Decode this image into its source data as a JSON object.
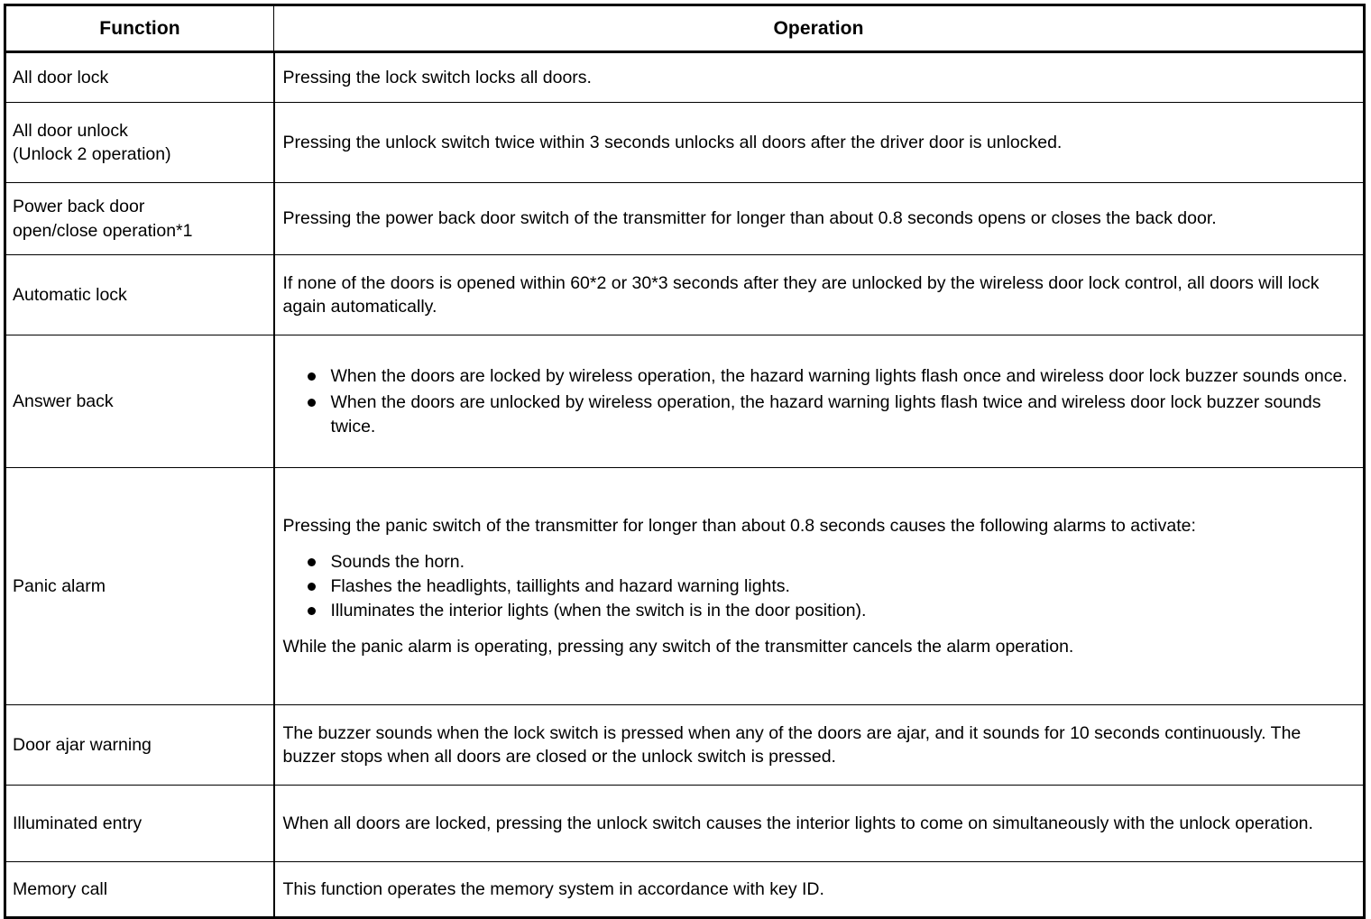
{
  "table": {
    "headers": {
      "function": "Function",
      "operation": "Operation"
    },
    "rows": [
      {
        "function": "All door lock",
        "operation_paragraphs": [
          "Pressing the lock switch locks all doors."
        ],
        "bullets": []
      },
      {
        "function": "All door unlock\n(Unlock 2 operation)",
        "operation_paragraphs": [
          "Pressing the unlock switch twice within 3 seconds unlocks all doors after the driver door is unlocked."
        ],
        "bullets": []
      },
      {
        "function": "Power back door\nopen/close operation*1",
        "operation_paragraphs": [
          "Pressing the power back door switch of the transmitter for longer than about 0.8 seconds opens or closes the back door."
        ],
        "bullets": []
      },
      {
        "function": "Automatic lock",
        "operation_paragraphs": [
          "If none of the doors is opened within 60*2 or 30*3 seconds after they are unlocked by the wireless door lock control, all doors will lock again automatically."
        ],
        "bullets": []
      },
      {
        "function": "Answer back",
        "operation_paragraphs": [],
        "bullets": [
          "When the doors are locked by wireless operation, the hazard warning lights flash once and wireless door lock buzzer sounds once.",
          "When the doors are unlocked by wireless operation, the hazard warning lights flash twice and wireless door lock buzzer sounds twice."
        ]
      },
      {
        "function": "Panic alarm",
        "operation_intro": "Pressing the panic switch of the transmitter for longer than about 0.8 seconds causes the following alarms to activate:",
        "bullets": [
          "Sounds the horn.",
          "Flashes the headlights, taillights and hazard warning lights.",
          "Illuminates the interior lights (when the switch is in the door position)."
        ],
        "operation_outro": "While the panic alarm is operating, pressing any switch of the transmitter cancels the alarm operation."
      },
      {
        "function": "Door ajar warning",
        "operation_paragraphs": [
          "The buzzer sounds when the lock switch is pressed when any of the doors are ajar, and it sounds for 10 seconds continuously. The buzzer stops when all doors are closed or the unlock switch is pressed."
        ],
        "bullets": []
      },
      {
        "function": "Illuminated entry",
        "operation_paragraphs": [
          "When all doors are locked, pressing the unlock switch causes the interior lights to come on simultaneously with the unlock operation."
        ],
        "bullets": []
      },
      {
        "function": "Memory call",
        "operation_paragraphs": [
          "This function operates the memory system in accordance with key ID."
        ],
        "bullets": []
      }
    ]
  }
}
